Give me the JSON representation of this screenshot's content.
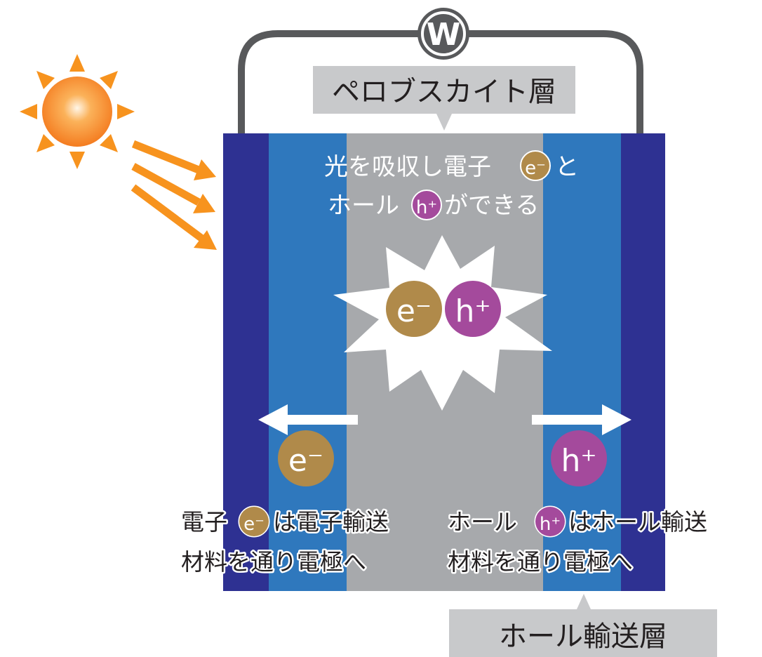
{
  "meter": {
    "symbol": "W"
  },
  "labels": {
    "perovskite_layer": "ペロブスカイト層",
    "hole_transport_layer": "ホール輸送層"
  },
  "absorb_text": {
    "line1_a": "光を吸収し電子",
    "line1_b": "と",
    "line2_a": "ホール",
    "line2_b": "ができる"
  },
  "electron_caption": {
    "line1_a": "電子",
    "line1_b": "は電子輸送",
    "line2": "材料を通り電極へ"
  },
  "hole_caption": {
    "line1_a": "ホール",
    "line1_b": "はホール輸送",
    "line2": "材料を通り電極へ"
  },
  "particles": {
    "electron": "e⁻",
    "hole": "h⁺"
  },
  "colors": {
    "electrode": "#2e3192",
    "transport_layer": "#2f78bd",
    "perovskite": "#a7a9ac",
    "electron": "#b08a4a",
    "hole": "#a44a9c",
    "sun": "#f7931e",
    "label_box": "#c8c9cb",
    "wire": "#58595b"
  }
}
